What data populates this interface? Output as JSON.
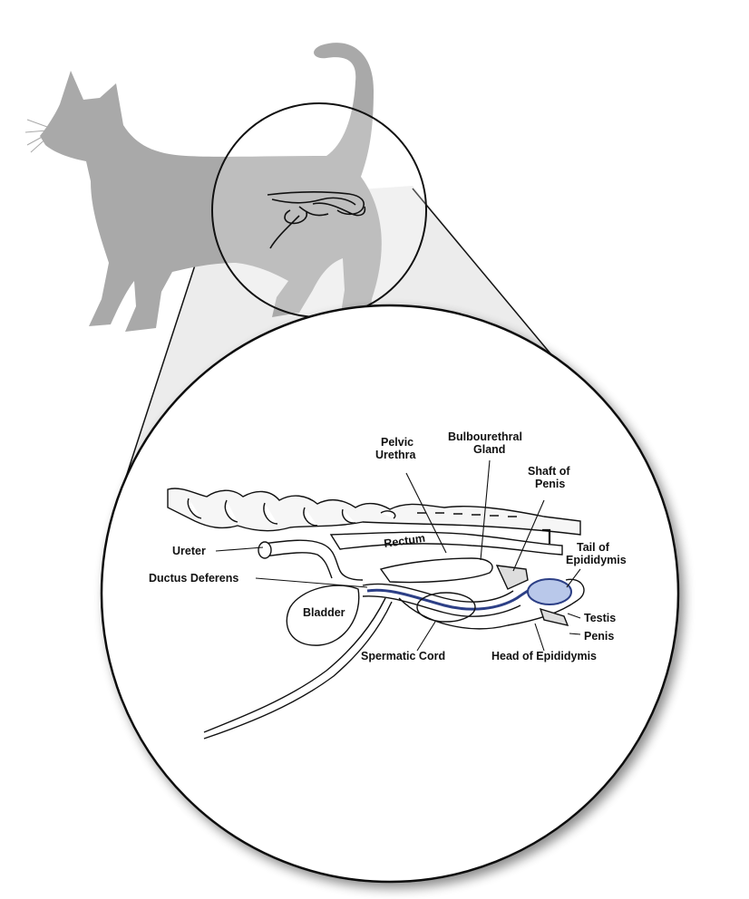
{
  "labels": {
    "pelvic_urethra": [
      "Pelvic",
      "Urethra"
    ],
    "bulbourethral_gland": [
      "Bulbourethral",
      "Gland"
    ],
    "shaft_of_penis": [
      "Shaft of",
      "Penis"
    ],
    "tail_of_epididymis": [
      "Tail of",
      "Epididymis"
    ],
    "ureter": "Ureter",
    "rectum": "Rectum",
    "ductus_deferens": "Ductus Deferens",
    "bladder": "Bladder",
    "testis": "Testis",
    "penis": "Penis",
    "spermatic_cord": "Spermatic Cord",
    "head_of_epididymis": "Head of Epididymis"
  },
  "colors": {
    "silhouette": "#a9a9a9",
    "lens_fill": "#ececec",
    "ductus_blue": "#2c3f86",
    "testis_fill": "#b9c8ea",
    "outline": "#111111"
  }
}
